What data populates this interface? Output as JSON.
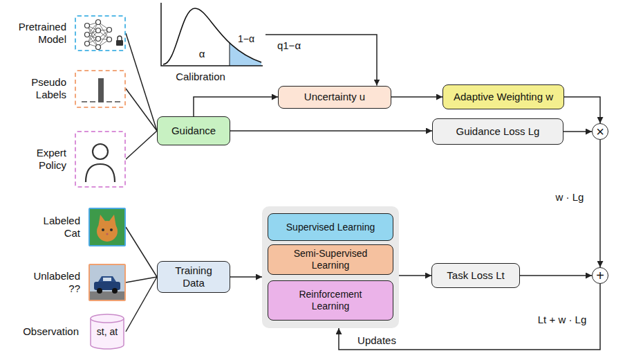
{
  "diagram": {
    "nodes": [
      {
        "text": [
          "Pretrained Model"
        ]
      },
      {
        "text": [
          "Pseudo Labels"
        ]
      },
      {
        "text": [
          "Expert Policy"
        ]
      },
      {
        "text": [
          "Guidance"
        ]
      },
      {
        "text": [
          "Uncertainty u"
        ]
      },
      {
        "text": [
          "Adaptive Weighting w"
        ]
      },
      {
        "text": [
          "Guidance Loss Lg"
        ]
      },
      {
        "text": [
          "×"
        ]
      },
      {
        "text": [
          "Labeled Cat"
        ]
      },
      {
        "text": [
          "Unlabeled ??"
        ]
      },
      {
        "text": [
          "Observation",
          "st, at"
        ]
      },
      {
        "text": [
          "Training Data"
        ]
      },
      {
        "text": []
      },
      {
        "text": [
          "Supervised Learning"
        ],
        "in": 12
      },
      {
        "text": [
          "Semi-Supervised Learning"
        ],
        "in": 12
      },
      {
        "text": [
          "Reinforcement Learning"
        ],
        "in": 12
      },
      {
        "text": [
          "Task Loss Lt"
        ]
      },
      {
        "text": [
          "+"
        ]
      }
    ],
    "edges": [
      {
        "from": 0,
        "to": 3,
        "arrow": "none"
      },
      {
        "from": 1,
        "to": 3,
        "arrow": "none"
      },
      {
        "from": 2,
        "to": 3,
        "arrow": "none"
      },
      {
        "from": 3,
        "to": 4,
        "arrow": "to"
      },
      {
        "from": 3,
        "to": 6,
        "arrow": "to"
      },
      {
        "from": 4,
        "to": 5,
        "arrow": "to"
      },
      {
        "from": 5,
        "to": 7,
        "arrow": "to"
      },
      {
        "from": 6,
        "to": 7,
        "arrow": "to"
      },
      {
        "from": 7,
        "to": 17,
        "arrow": "to",
        "label": "w · Lg"
      },
      {
        "from": 8,
        "to": 11,
        "arrow": "none"
      },
      {
        "from": 9,
        "to": 11,
        "arrow": "none"
      },
      {
        "from": 10,
        "to": 11,
        "arrow": "none"
      },
      {
        "from": 11,
        "to": 12,
        "arrow": "to"
      },
      {
        "from": 12,
        "to": 16,
        "arrow": "to"
      },
      {
        "from": 16,
        "to": 17,
        "arrow": "to"
      },
      {
        "from": 17,
        "to": 12,
        "arrow": "to",
        "label": "Updates"
      }
    ],
    "labels": [
      "α",
      "1−α",
      "Calibration",
      "q1−α",
      "Lt + w · Lg"
    ]
  }
}
